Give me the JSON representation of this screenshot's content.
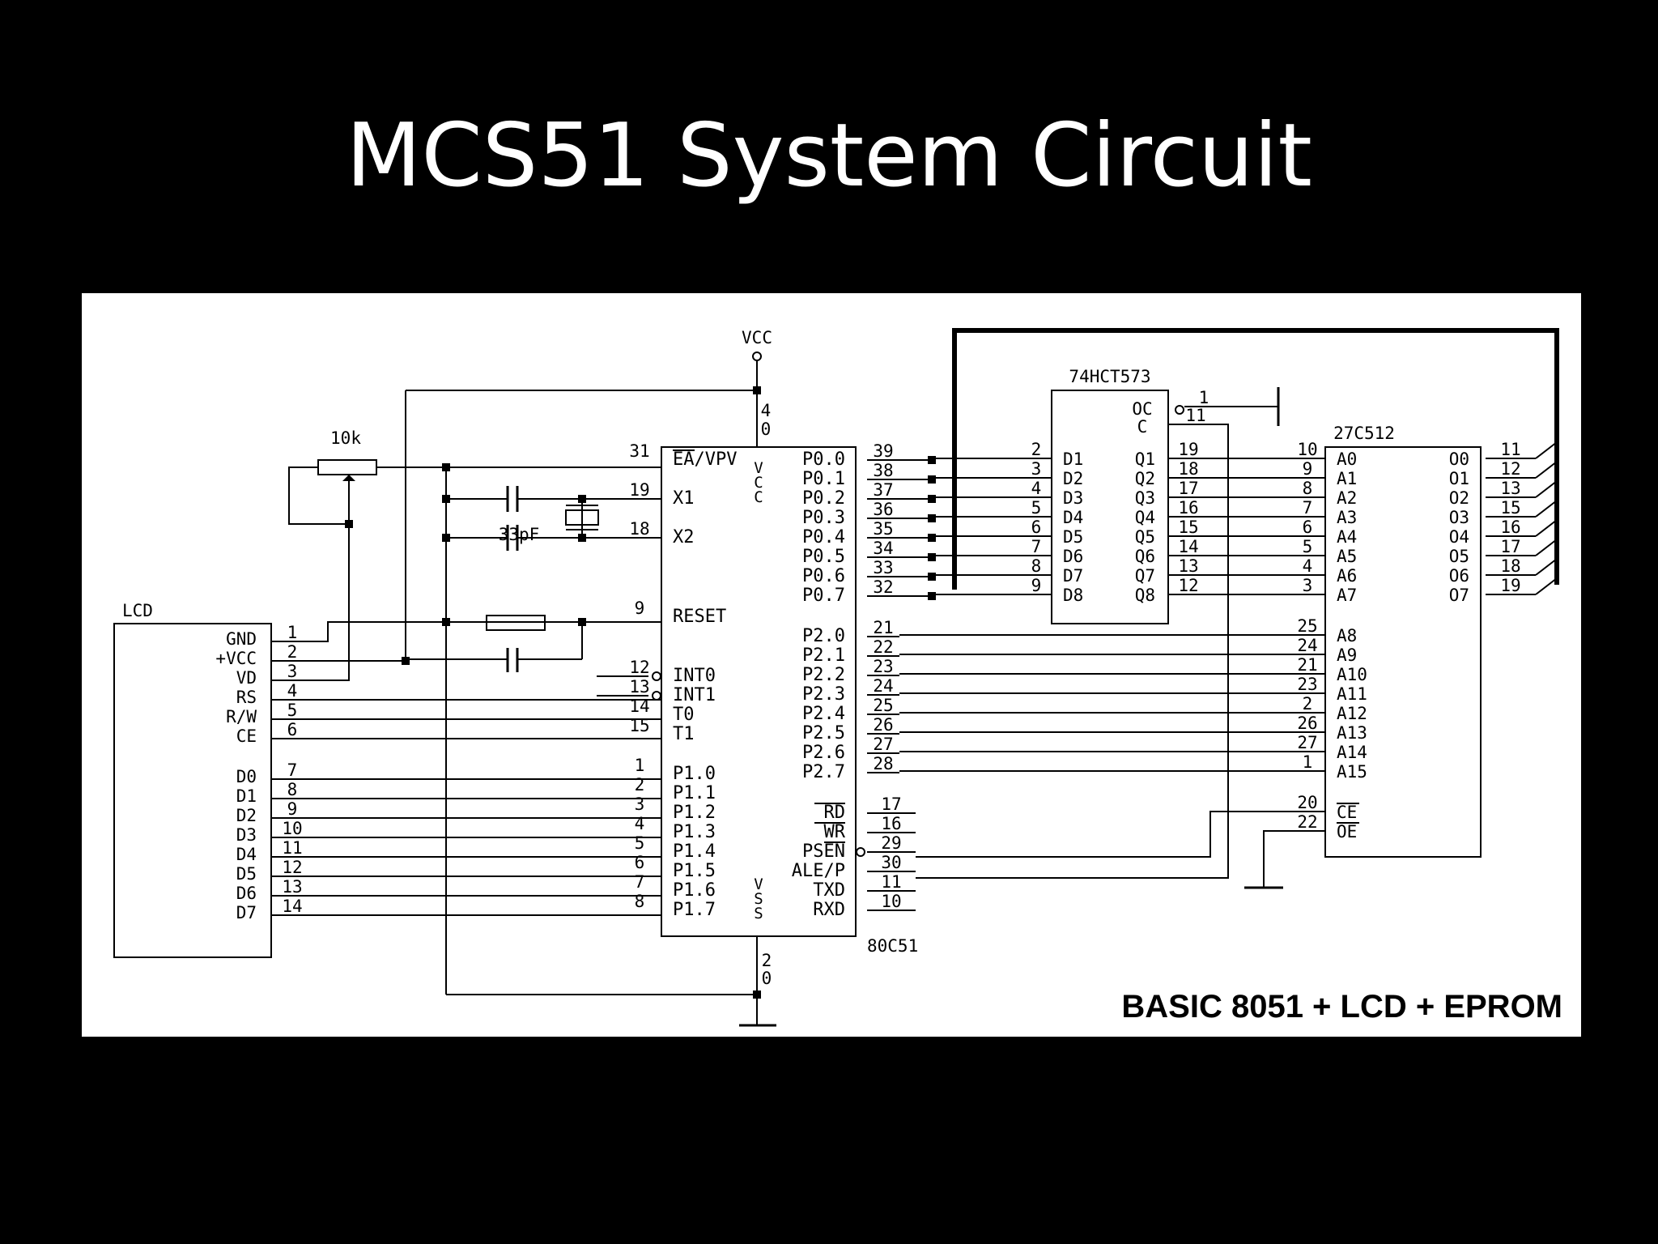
{
  "slide": {
    "title": "MCS51 System Circuit"
  },
  "diagram": {
    "footer": "BASIC 8051 + LCD + EPROM",
    "mcu": {
      "name": "80C51",
      "vcc_label": "VCC",
      "vcc_pin": "40",
      "vss_pin": "20",
      "vcc_text": "VCC",
      "vss_text": "VSS",
      "left_pins": [
        {
          "pin": "31",
          "label": "EA/VPV",
          "bar": "EA"
        },
        {
          "pin": "19",
          "label": "X1"
        },
        {
          "pin": "18",
          "label": "X2"
        },
        {
          "pin": "9",
          "label": "RESET"
        },
        {
          "pin": "12",
          "label": "INT0"
        },
        {
          "pin": "13",
          "label": "INT1"
        },
        {
          "pin": "14",
          "label": "T0"
        },
        {
          "pin": "15",
          "label": "T1"
        },
        {
          "pin": "1",
          "label": "P1.0"
        },
        {
          "pin": "2",
          "label": "P1.1"
        },
        {
          "pin": "3",
          "label": "P1.2"
        },
        {
          "pin": "4",
          "label": "P1.3"
        },
        {
          "pin": "5",
          "label": "P1.4"
        },
        {
          "pin": "6",
          "label": "P1.5"
        },
        {
          "pin": "7",
          "label": "P1.6"
        },
        {
          "pin": "8",
          "label": "P1.7"
        }
      ],
      "port0": [
        {
          "label": "P0.0",
          "pin": "39"
        },
        {
          "label": "P0.1",
          "pin": "38"
        },
        {
          "label": "P0.2",
          "pin": "37"
        },
        {
          "label": "P0.3",
          "pin": "36"
        },
        {
          "label": "P0.4",
          "pin": "35"
        },
        {
          "label": "P0.5",
          "pin": "34"
        },
        {
          "label": "P0.6",
          "pin": "33"
        },
        {
          "label": "P0.7",
          "pin": "32"
        }
      ],
      "port2": [
        {
          "label": "P2.0",
          "pin": "21"
        },
        {
          "label": "P2.1",
          "pin": "22"
        },
        {
          "label": "P2.2",
          "pin": "23"
        },
        {
          "label": "P2.3",
          "pin": "24"
        },
        {
          "label": "P2.4",
          "pin": "25"
        },
        {
          "label": "P2.5",
          "pin": "26"
        },
        {
          "label": "P2.6",
          "pin": "27"
        },
        {
          "label": "P2.7",
          "pin": "28"
        }
      ],
      "control": [
        {
          "label": "RD",
          "pin": "17"
        },
        {
          "label": "WR",
          "pin": "16"
        },
        {
          "label": "PSEN",
          "pin": "29"
        },
        {
          "label": "ALE/P",
          "pin": "30"
        },
        {
          "label": "TXD",
          "pin": "11"
        },
        {
          "label": "RXD",
          "pin": "10"
        }
      ]
    },
    "latch": {
      "name": "74HCT573",
      "oc_label": "OC",
      "oc_pin": "1",
      "c_label": "C",
      "c_pin": "11",
      "inputs": [
        {
          "label": "D1",
          "pin": "2"
        },
        {
          "label": "D2",
          "pin": "3"
        },
        {
          "label": "D3",
          "pin": "4"
        },
        {
          "label": "D4",
          "pin": "5"
        },
        {
          "label": "D5",
          "pin": "6"
        },
        {
          "label": "D6",
          "pin": "7"
        },
        {
          "label": "D7",
          "pin": "8"
        },
        {
          "label": "D8",
          "pin": "9"
        }
      ],
      "outputs": [
        {
          "label": "Q1",
          "pin": "19"
        },
        {
          "label": "Q2",
          "pin": "18"
        },
        {
          "label": "Q3",
          "pin": "17"
        },
        {
          "label": "Q4",
          "pin": "16"
        },
        {
          "label": "Q5",
          "pin": "15"
        },
        {
          "label": "Q6",
          "pin": "14"
        },
        {
          "label": "Q7",
          "pin": "13"
        },
        {
          "label": "Q8",
          "pin": "12"
        }
      ]
    },
    "eprom": {
      "name": "27C512",
      "address": [
        {
          "label": "A0",
          "pin": "10"
        },
        {
          "label": "A1",
          "pin": "9"
        },
        {
          "label": "A2",
          "pin": "8"
        },
        {
          "label": "A3",
          "pin": "7"
        },
        {
          "label": "A4",
          "pin": "6"
        },
        {
          "label": "A5",
          "pin": "5"
        },
        {
          "label": "A6",
          "pin": "4"
        },
        {
          "label": "A7",
          "pin": "3"
        },
        {
          "label": "A8",
          "pin": "25"
        },
        {
          "label": "A9",
          "pin": "24"
        },
        {
          "label": "A10",
          "pin": "21"
        },
        {
          "label": "A11",
          "pin": "23"
        },
        {
          "label": "A12",
          "pin": "2"
        },
        {
          "label": "A13",
          "pin": "26"
        },
        {
          "label": "A14",
          "pin": "27"
        },
        {
          "label": "A15",
          "pin": "1"
        }
      ],
      "control": [
        {
          "label": "CE",
          "pin": "20"
        },
        {
          "label": "OE",
          "pin": "22"
        }
      ],
      "outputs": [
        {
          "label": "O0",
          "pin": "11"
        },
        {
          "label": "O1",
          "pin": "12"
        },
        {
          "label": "O2",
          "pin": "13"
        },
        {
          "label": "O3",
          "pin": "15"
        },
        {
          "label": "O4",
          "pin": "16"
        },
        {
          "label": "O5",
          "pin": "17"
        },
        {
          "label": "O6",
          "pin": "18"
        },
        {
          "label": "O7",
          "pin": "19"
        }
      ]
    },
    "lcd": {
      "name": "LCD",
      "pins": [
        {
          "label": "GND",
          "pin": "1"
        },
        {
          "label": "+VCC",
          "pin": "2"
        },
        {
          "label": "VD",
          "pin": "3"
        },
        {
          "label": "RS",
          "pin": "4"
        },
        {
          "label": "R/W",
          "pin": "5"
        },
        {
          "label": "CE",
          "pin": "6"
        },
        {
          "label": "D0",
          "pin": "7"
        },
        {
          "label": "D1",
          "pin": "8"
        },
        {
          "label": "D2",
          "pin": "9"
        },
        {
          "label": "D3",
          "pin": "10"
        },
        {
          "label": "D4",
          "pin": "11"
        },
        {
          "label": "D5",
          "pin": "12"
        },
        {
          "label": "D6",
          "pin": "13"
        },
        {
          "label": "D7",
          "pin": "14"
        }
      ]
    },
    "pot_label": "10k",
    "cap_label": "33pF"
  }
}
